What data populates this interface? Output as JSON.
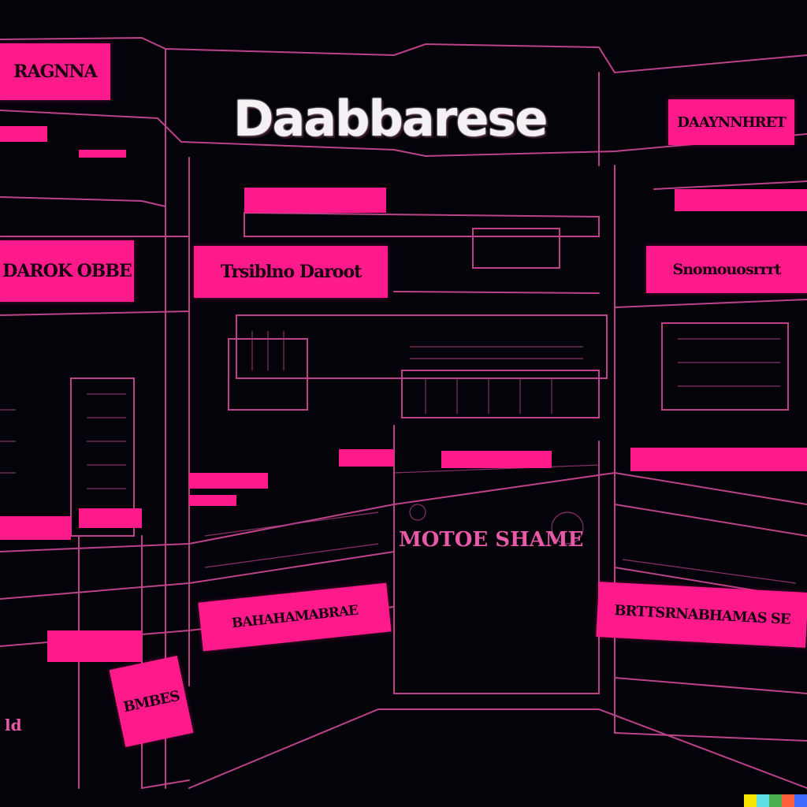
{
  "title": "Daabbarese",
  "signs": {
    "top_left": "RAGNNA",
    "top_right": "DAAYNNHRET",
    "mid_left": "DAROK OBBE",
    "mid_center": "Trsiblno Daroot",
    "mid_right": "Snomouosrrrt",
    "center_lower": "MOTOE SHAME",
    "lower_left_bottom": "BMBES",
    "lower_left_corner": "ld",
    "lower_center": "BAHAHAMABRAE",
    "lower_right": "BRTTSRNABHAMAS SE"
  },
  "colors": {
    "background": "#05030a",
    "accent": "#ff1a8c",
    "line": "#d04a98",
    "title_text": "#f4f0f4"
  }
}
